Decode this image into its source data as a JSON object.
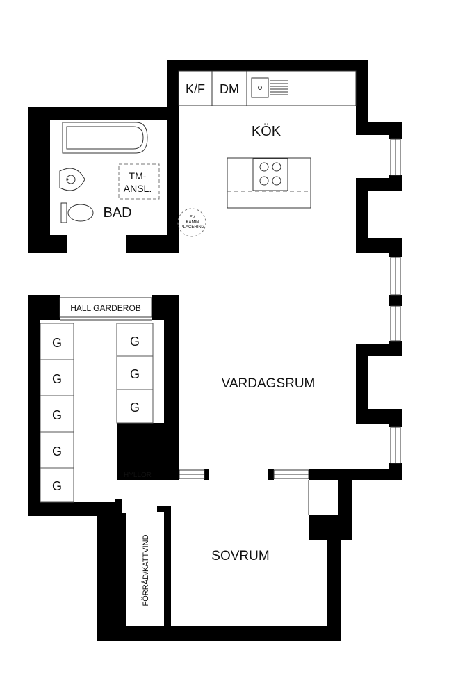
{
  "rooms": {
    "kitchen": "KÖK",
    "bathroom": "BAD",
    "living_room": "VARDAGSRUM",
    "bedroom": "SOVRUM",
    "hall_wardrobe": "HALL GARDEROB",
    "storage": "FÖRRÅD/KATTVIND",
    "shelves": "HYLLOR"
  },
  "fixtures": {
    "fridge_freezer": "K/F",
    "dishwasher": "DM",
    "washer_connection_line1": "TM-",
    "washer_connection_line2": "ANSL.",
    "fireplace_line1": "EV.",
    "fireplace_line2": "KAMIN",
    "fireplace_line3": "PLACERING"
  },
  "wardrobes": {
    "left": [
      "G",
      "G",
      "G",
      "G",
      "G"
    ],
    "right": [
      "G",
      "G",
      "G"
    ]
  },
  "colors": {
    "wall": "#000000",
    "background": "#ffffff",
    "line": "#333333",
    "dashed": "#777777"
  }
}
